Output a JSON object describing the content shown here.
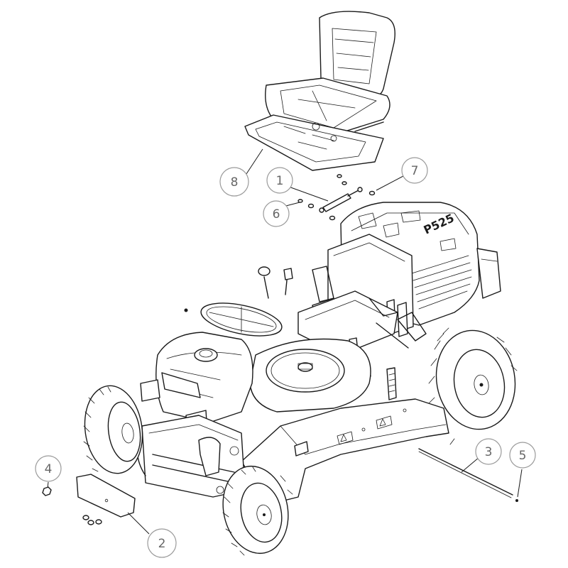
{
  "diagram": {
    "callouts": [
      {
        "id": "1",
        "label": "1"
      },
      {
        "id": "2",
        "label": "2"
      },
      {
        "id": "3",
        "label": "3"
      },
      {
        "id": "4",
        "label": "4"
      },
      {
        "id": "5",
        "label": "5"
      },
      {
        "id": "6",
        "label": "6"
      },
      {
        "id": "7",
        "label": "7"
      },
      {
        "id": "8",
        "label": "8"
      }
    ],
    "emblem_text": "P525"
  }
}
